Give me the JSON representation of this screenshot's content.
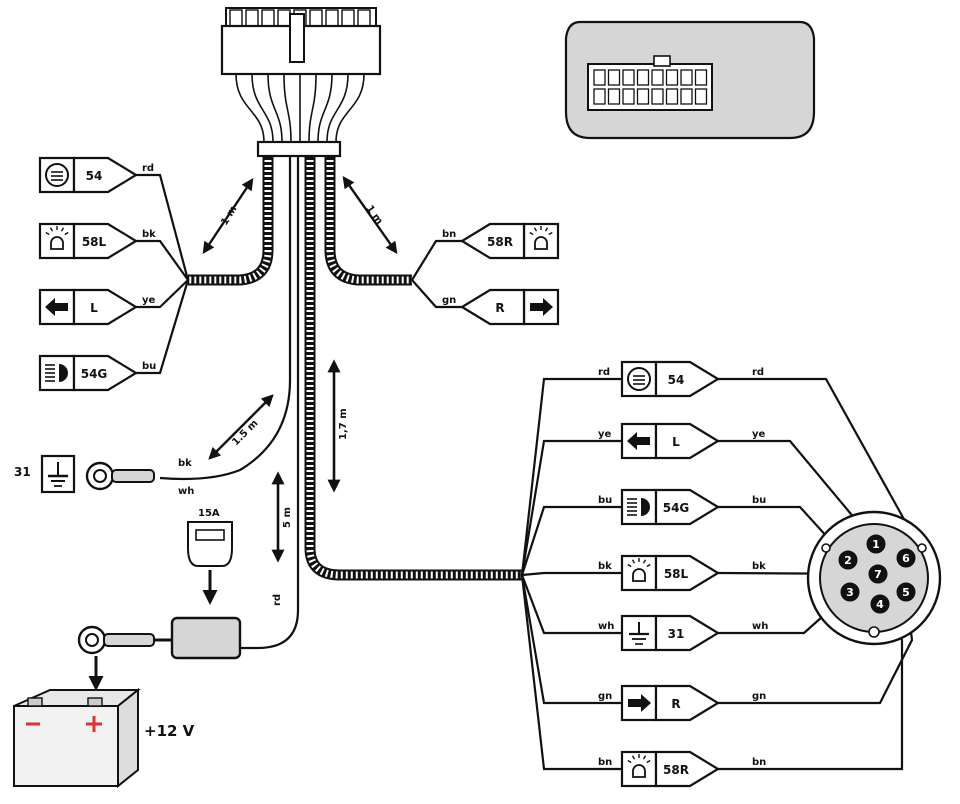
{
  "left_group": [
    {
      "code": "54",
      "wire": "rd",
      "icon": "fog-lamp-icon"
    },
    {
      "code": "58L",
      "wire": "bk",
      "icon": "position-lamp-icon"
    },
    {
      "code": "L",
      "wire": "ye",
      "icon": "arrow-left-icon"
    },
    {
      "code": "54G",
      "wire": "bu",
      "icon": "headlamp-icon"
    }
  ],
  "right_group": [
    {
      "code": "58R",
      "wire": "bn",
      "icon": "position-lamp-icon"
    },
    {
      "code": "R",
      "wire": "gn",
      "icon": "arrow-right-icon"
    }
  ],
  "socket_group": [
    {
      "code": "54",
      "wire": "rd",
      "icon": "fog-lamp-icon"
    },
    {
      "code": "L",
      "wire": "ye",
      "icon": "arrow-left-icon"
    },
    {
      "code": "54G",
      "wire": "bu",
      "icon": "headlamp-icon"
    },
    {
      "code": "58L",
      "wire": "bk",
      "icon": "position-lamp-icon"
    },
    {
      "code": "31",
      "wire": "wh",
      "icon": "ground-icon"
    },
    {
      "code": "R",
      "wire": "gn",
      "icon": "arrow-right-icon"
    },
    {
      "code": "58R",
      "wire": "bn",
      "icon": "rear-lamp-icon"
    }
  ],
  "socket_pins": [
    "1",
    "2",
    "3",
    "4",
    "5",
    "6",
    "7"
  ],
  "lengths": {
    "left_branch": "1 m",
    "right_branch": "1 m",
    "ground": "1.5 m",
    "main": "1,7 m",
    "power": "5 m"
  },
  "ground": {
    "terminal": "31",
    "wire_bk": "bk",
    "wire_wh": "wh"
  },
  "fuse": {
    "rating": "15A"
  },
  "power": {
    "wire": "rd",
    "label": "+12 V"
  },
  "colors": {
    "line": "#111111",
    "background": "#ffffff",
    "connector_fill": "#d6d6d6",
    "battery_plus": "#e03030"
  }
}
